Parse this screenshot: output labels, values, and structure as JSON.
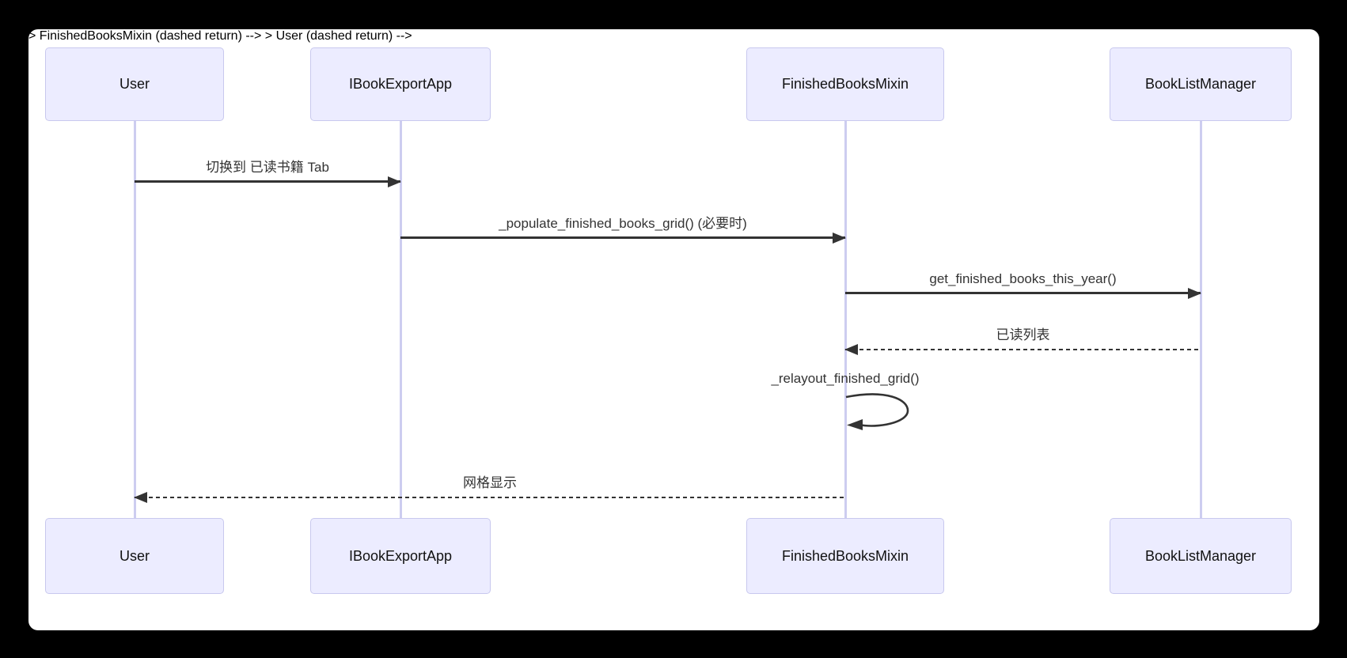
{
  "diagram": {
    "type": "sequence-diagram",
    "actors": [
      {
        "id": "user",
        "name": "User"
      },
      {
        "id": "ibook-export-app",
        "name": "IBookExportApp"
      },
      {
        "id": "finished-books-mixin",
        "name": "FinishedBooksMixin"
      },
      {
        "id": "book-list-manager",
        "name": "BookListManager"
      }
    ],
    "messages": [
      {
        "from": "User",
        "to": "IBookExportApp",
        "label": "切换到 已读书籍 Tab",
        "line": "solid",
        "direction": "right"
      },
      {
        "from": "IBookExportApp",
        "to": "FinishedBooksMixin",
        "label": "_populate_finished_books_grid() (必要时)",
        "line": "solid",
        "direction": "right"
      },
      {
        "from": "FinishedBooksMixin",
        "to": "BookListManager",
        "label": "get_finished_books_this_year()",
        "line": "solid",
        "direction": "right"
      },
      {
        "from": "BookListManager",
        "to": "FinishedBooksMixin",
        "label": "已读列表",
        "line": "dashed",
        "direction": "left"
      },
      {
        "from": "FinishedBooksMixin",
        "to": "FinishedBooksMixin",
        "label": "_relayout_finished_grid()",
        "line": "self",
        "direction": "self"
      },
      {
        "from": "FinishedBooksMixin",
        "to": "User",
        "label": "网格显示",
        "line": "dashed",
        "direction": "left"
      }
    ],
    "colors": {
      "backdrop": "#000000",
      "canvas": "#FFFFFF",
      "actor_fill": "#ECECFF",
      "actor_border": "#C8C8EE",
      "lifeline": "#CDCDF0",
      "arrow": "#333333",
      "text": "#333333"
    }
  }
}
